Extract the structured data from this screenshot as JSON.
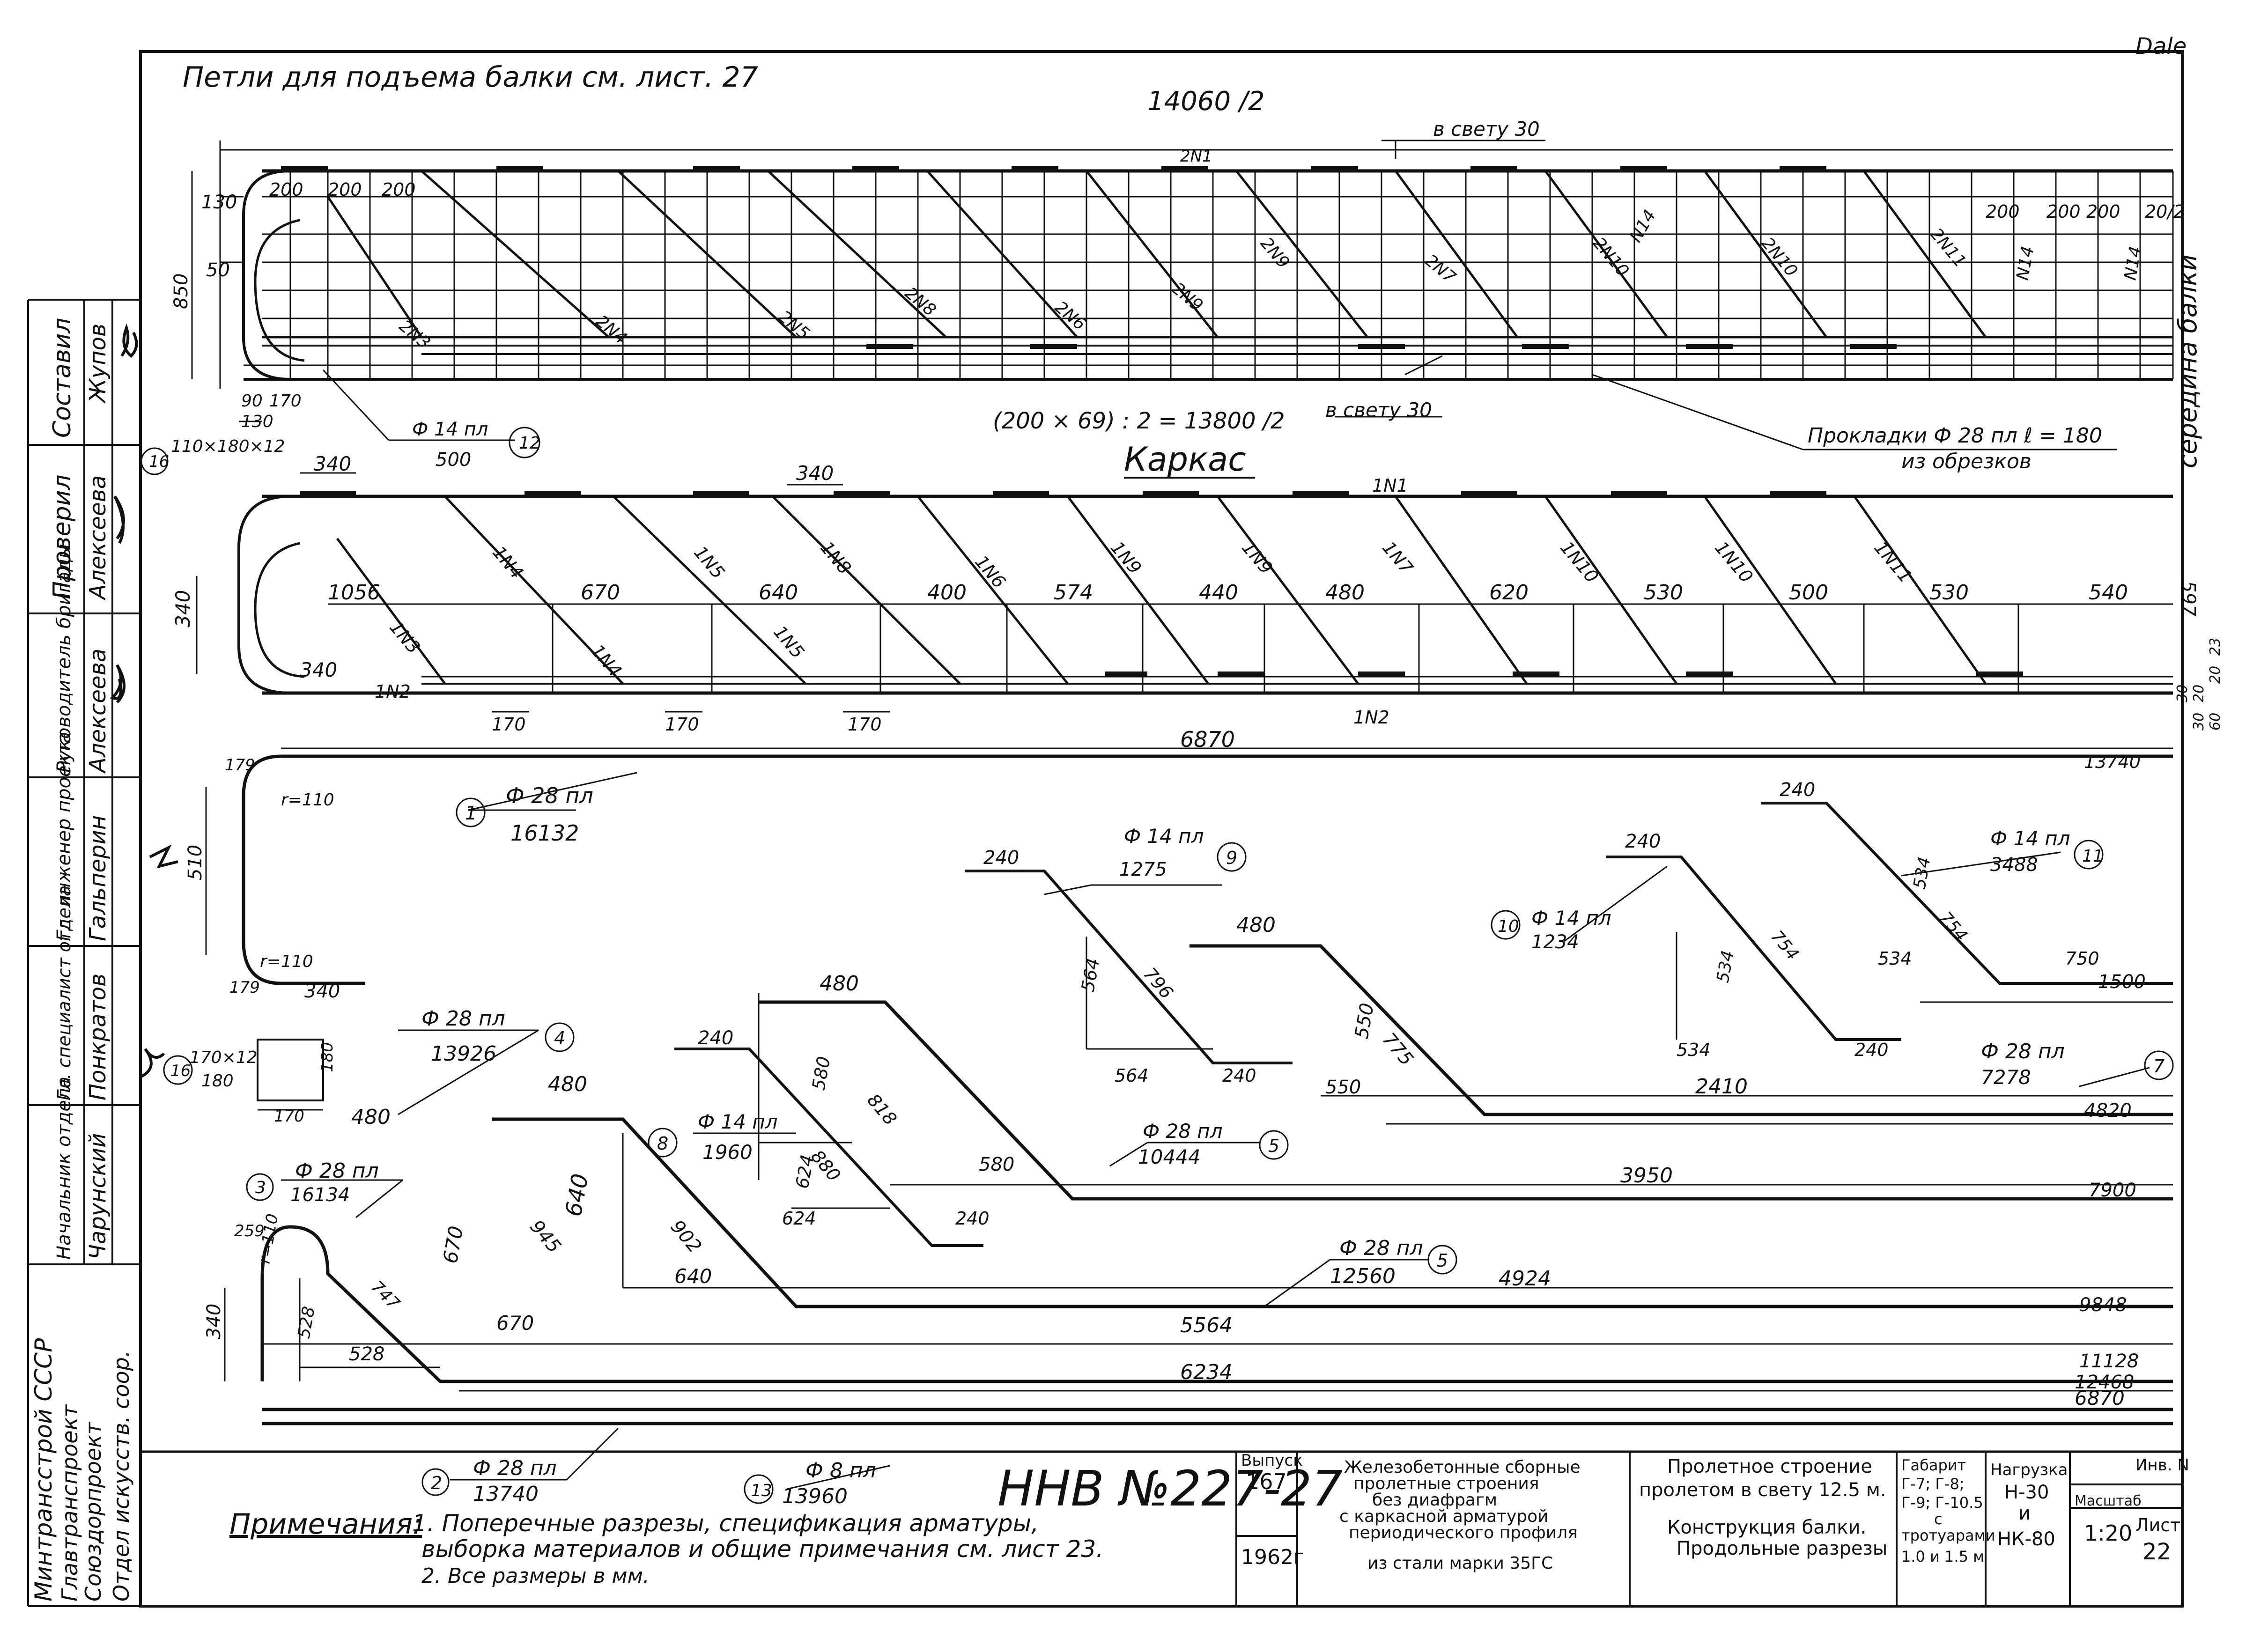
{
  "header": {
    "lifting_loops_note": "Петли для подъема балки см. лист. 27",
    "corner_mark": "Dale"
  },
  "frame_view": {
    "overall_dim": "14060 /2",
    "clear_top": "в свету 30",
    "clear_bottom": "в свету 30",
    "spacing_note": "(200 × 69) : 2 = 13800 /2",
    "pads_note": "Прокладки Ф 28 пл ℓ = 180",
    "pads_note2": "из обрезков",
    "beam_middle": "середина балки",
    "height_dims": [
      "130",
      "50",
      "850"
    ],
    "step_dims": [
      "200",
      "200",
      "200",
      "200",
      "200",
      "200",
      "20/2",
      "90",
      "170",
      "130"
    ],
    "frame_pad_label": "110×180×12",
    "frame_pad_num": "16",
    "bar_labels": [
      "2N1",
      "2N3",
      "2N4",
      "2N5",
      "2N8",
      "2N6",
      "2N9",
      "2N9",
      "2N7",
      "2N10",
      "N14",
      "2N10",
      "2N11",
      "N14",
      "N14"
    ],
    "hook_callout_spec": "Ф 14 пл",
    "hook_callout_len": "500",
    "hook_callout_num": "12"
  },
  "karkas_view": {
    "title": "Каркас",
    "top_bar": "1N1",
    "bottom_bar": "1N2",
    "left_dims": [
      "340",
      "1N2"
    ],
    "height": "340",
    "spacings": [
      "1056",
      "670",
      "640",
      "400",
      "574",
      "440",
      "480",
      "620",
      "530",
      "500",
      "530",
      "540"
    ],
    "diag_labels": [
      "1N4",
      "1N3",
      "1N4",
      "1N5",
      "1N5",
      "1N8",
      "1N6",
      "1N9",
      "1N9",
      "1N7",
      "1N10",
      "1N10",
      "1N11"
    ],
    "top_dims": [
      "340",
      "340"
    ],
    "bottom_dims": [
      "170",
      "170",
      "170"
    ],
    "right_dims": [
      "597",
      "30",
      "20",
      "20",
      "23",
      "30",
      "60"
    ]
  },
  "bars": [
    {
      "num": "1",
      "spec": "Ф 28 пл",
      "length": "16132",
      "dims": [
        "6870",
        "510",
        "r=110",
        "r=110",
        "179",
        "179",
        "340"
      ]
    },
    {
      "num": "2",
      "spec": "Ф 28 пл",
      "length": "13740",
      "dims": [
        "6870",
        "13740"
      ]
    },
    {
      "num": "3",
      "spec": "Ф 28 пл",
      "length": "16134",
      "dims": [
        "259",
        "r=110",
        "340",
        "528",
        "747",
        "528"
      ]
    },
    {
      "num": "4",
      "spec": "Ф 28 пл",
      "length": "13926",
      "dims": [
        "480",
        "670",
        "945",
        "670",
        "5564",
        "11128"
      ]
    },
    {
      "num": "5",
      "spec": "Ф 28 пл",
      "length": "12560",
      "dims": [
        "480",
        "640",
        "902",
        "640",
        "4924",
        "9848"
      ]
    },
    {
      "num": "5",
      "spec": "Ф 28 пл",
      "length": "10444",
      "dims": [
        "480",
        "580",
        "818",
        "580",
        "3950",
        "7900"
      ]
    },
    {
      "num": "7",
      "spec": "Ф 28 пл",
      "length": "7278",
      "dims": [
        "480",
        "550",
        "775",
        "550",
        "2410",
        "4820"
      ]
    },
    {
      "num": "8",
      "spec": "Ф 14 пл",
      "length": "1960",
      "dims": [
        "240",
        "624",
        "880",
        "624",
        "240"
      ]
    },
    {
      "num": "9",
      "spec": "Ф 14 пл",
      "length": "1275",
      "dims": [
        "240",
        "564",
        "796",
        "564",
        "240"
      ]
    },
    {
      "num": "10",
      "spec": "Ф 14 пл",
      "length": "1234",
      "dims": [
        "240",
        "534",
        "754",
        "534",
        "240"
      ]
    },
    {
      "num": "11",
      "spec": "Ф 14 пл",
      "length": "3488",
      "dims": [
        "240",
        "534",
        "754",
        "534",
        "750",
        "1500"
      ]
    },
    {
      "num": "13",
      "spec": "Ф 8 пл",
      "length": "13960",
      "dims": [
        "6234",
        "12468"
      ]
    },
    {
      "num": "16",
      "spec": "170×12",
      "length": "180",
      "dims": [
        "180",
        "170"
      ]
    }
  ],
  "notes": {
    "heading": "Примечания:",
    "note1": "1. Поперечные разрезы, спецификация арматуры,",
    "note1b": "выборка материалов и общие примечания см. лист 23.",
    "note2": "2. Все размеры в мм."
  },
  "title_block": {
    "code": "ННВ №227-27",
    "issue_label": "Выпуск",
    "issue_no": "167",
    "year": "1962г",
    "project_title": [
      "Железобетонные сборные",
      "пролетные строения",
      "без диафрагм",
      "с каркасной арматурой",
      "периодического профиля",
      "из стали марки 35ГС"
    ],
    "drawing_title": [
      "Пролетное строение",
      "пролетом в свету 12.5 м.",
      "Конструкция балки.",
      "Продольные разрезы"
    ],
    "gabarit": [
      "Габарит",
      "Г-7; Г-8;",
      "Г-9; Г-10.5",
      "с",
      "тротуарами",
      "1.0 и 1.5 м"
    ],
    "load": [
      "Нагрузка",
      "Н-30",
      "и",
      "НК-80"
    ],
    "scale_label": "Масштаб",
    "scale": "1:20",
    "inv_label": "Инв. N",
    "sheet_label": "Лист",
    "sheet_no": "22"
  },
  "side_stamp": {
    "rows": [
      {
        "role": "Составил",
        "name": "Жупов"
      },
      {
        "role": "Проверил",
        "name": "Алексеева"
      },
      {
        "role": "Руководитель бригады",
        "name": "Алексеева"
      },
      {
        "role": "Гл. инженер проекта",
        "name": "Гальперин"
      },
      {
        "role": "Гл. специалист отдела",
        "name": "Понкратов"
      },
      {
        "role": "Начальник отдела",
        "name": "Чарунский"
      }
    ],
    "org": [
      "Минтрансстрой СССР",
      "Главтранспроект",
      "Союздорпроект",
      "Отдел искусств. соор."
    ]
  }
}
